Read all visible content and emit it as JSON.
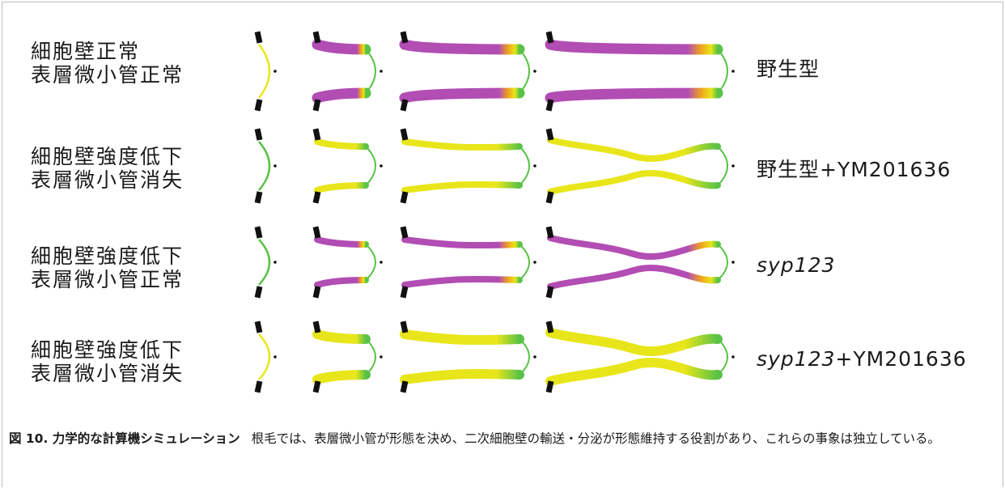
{
  "rows": [
    {
      "label_line1": "細胞壁正常",
      "label_line2": "表層微小管正常",
      "strain_main": "野生型",
      "strain_italic": "",
      "strain_suffix": ""
    },
    {
      "label_line1": "細胞壁強度低下",
      "label_line2": "表層微小管消失",
      "strain_main": "野生型+YM201636",
      "strain_italic": "",
      "strain_suffix": ""
    },
    {
      "label_line1": "細胞壁強度低下",
      "label_line2": "表層微小管正常",
      "strain_main": "",
      "strain_italic": "syp123",
      "strain_suffix": ""
    },
    {
      "label_line1": "細胞壁強度低下",
      "label_line2": "表層微小管消失",
      "strain_main": "",
      "strain_italic": "syp123",
      "strain_suffix": "+YM201636"
    }
  ],
  "colors": {
    "magenta": "#b24db3",
    "yellow": "#e8e61a",
    "green": "#59c247",
    "orange": "#f0a21c",
    "black": "#111111"
  },
  "caption": {
    "title": "図 10. 力学的な計算機シミュレーション",
    "body": "根毛では、表層微小管が形態を決め、二次細胞壁の輸送・分泌が形態維持する役割があり、これらの事象は独立している。"
  }
}
